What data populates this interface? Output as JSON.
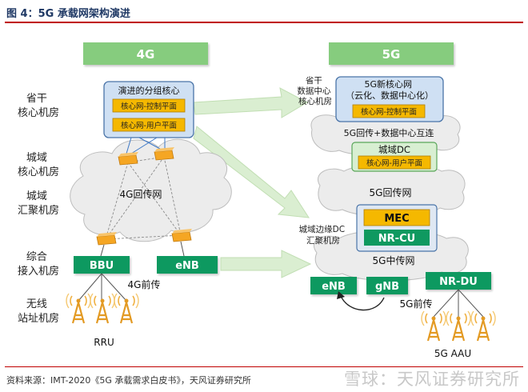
{
  "figure_title": "图 4：5G 承载网架构演进",
  "source": "资料来源：IMT-2020《5G 承载需求白皮书》，天风证券研究所",
  "watermark": "雪球：天风证券研究所",
  "colors": {
    "header_green": "#7dc87a",
    "node_green": "#0f9960",
    "box_blue": "#cfe0f3",
    "box_blue_border": "#4a74a8",
    "label_yellow": "#f2b701",
    "router_orange": "#f5a623",
    "arrow_green": "#cfe9c4",
    "cloud_grey": "#ececec",
    "antenna_orange": "#f0a030"
  },
  "headers": {
    "g4": "4G",
    "g5": "5G"
  },
  "row_labels": {
    "province": "省干\n核心机房",
    "metro_core": "城域\n核心机房",
    "metro_agg": "城域\n汇聚机房",
    "integrated": "综合\n接入机房",
    "wireless": "无线\n站址机房"
  },
  "g4": {
    "core_title": "演进的分组核心",
    "core_cp": "核心网-控制平面",
    "core_up": "核心网-用户平面",
    "backhaul": "4G回传网",
    "bbu": "BBU",
    "enb": "eNB",
    "fronthaul": "4G前传",
    "rru": "RRU"
  },
  "g5": {
    "province_label": "省干\n数据中心\n核心机房",
    "core_title": "5G新核心网\n（云化、数据中心化）",
    "core_cp": "核心网-控制平面",
    "interconnect": "5G回传+数据中心互连",
    "metro_dc": "城域DC",
    "metro_up": "核心网-用户平面",
    "backhaul": "5G回传网",
    "edge_label": "城域边缘DC\n汇聚机房",
    "mec": "MEC",
    "nrcu": "NR-CU",
    "midhaul": "5G中传网",
    "enb": "eNB",
    "gnb": "gNB",
    "nrdu": "NR-DU",
    "fronthaul": "5G前传",
    "aau": "5G AAU"
  }
}
